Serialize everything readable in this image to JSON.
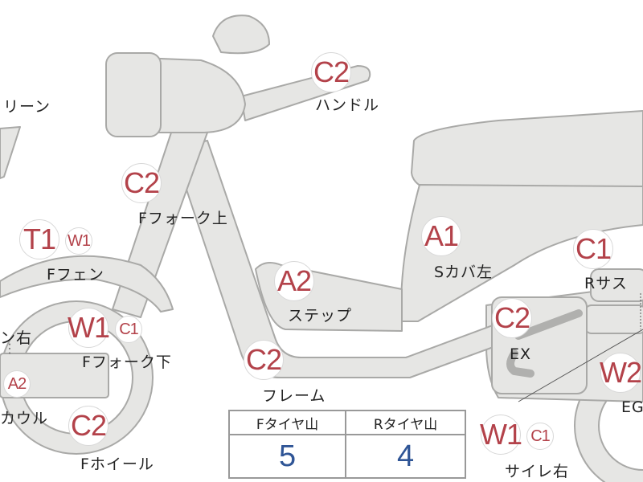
{
  "colors": {
    "body_fill": "#e6e6e4",
    "body_stroke": "#a9a9a7",
    "grade_text": "#b3424a",
    "depth_value": "#2f5596"
  },
  "grades": {
    "handle": "C2",
    "fork_upper": "C2",
    "fender_main": "T1",
    "fender_sub": "W1",
    "fork_lower_main": "W1",
    "fork_lower_sub": "C1",
    "cowl_sub": "A2",
    "wheel": "C2",
    "step": "A2",
    "frame": "C2",
    "s_cover_left": "A1",
    "r_suspension": "C1",
    "exhaust": "C2",
    "engine": "W2",
    "muffler_main": "W1",
    "muffler_sub": "C1"
  },
  "labels": {
    "screen": "リーン",
    "handle": "ハンドル",
    "fork_upper": "Fフォーク上",
    "fender": "Fフェン",
    "fork_lower": "Fフォーク下",
    "right_side": "ン右",
    "cowl": "カウル",
    "wheel": "Fホイール",
    "step": "ステップ",
    "frame": "フレーム",
    "s_cover_left": "Sカバ左",
    "r_suspension": "Rサス",
    "exhaust": "EX",
    "engine": "EG",
    "muffler_right": "サイレ右"
  },
  "tread_table": {
    "front_label": "Fタイヤ山",
    "rear_label": "Rタイヤ山",
    "front_value": "5",
    "rear_value": "4"
  }
}
